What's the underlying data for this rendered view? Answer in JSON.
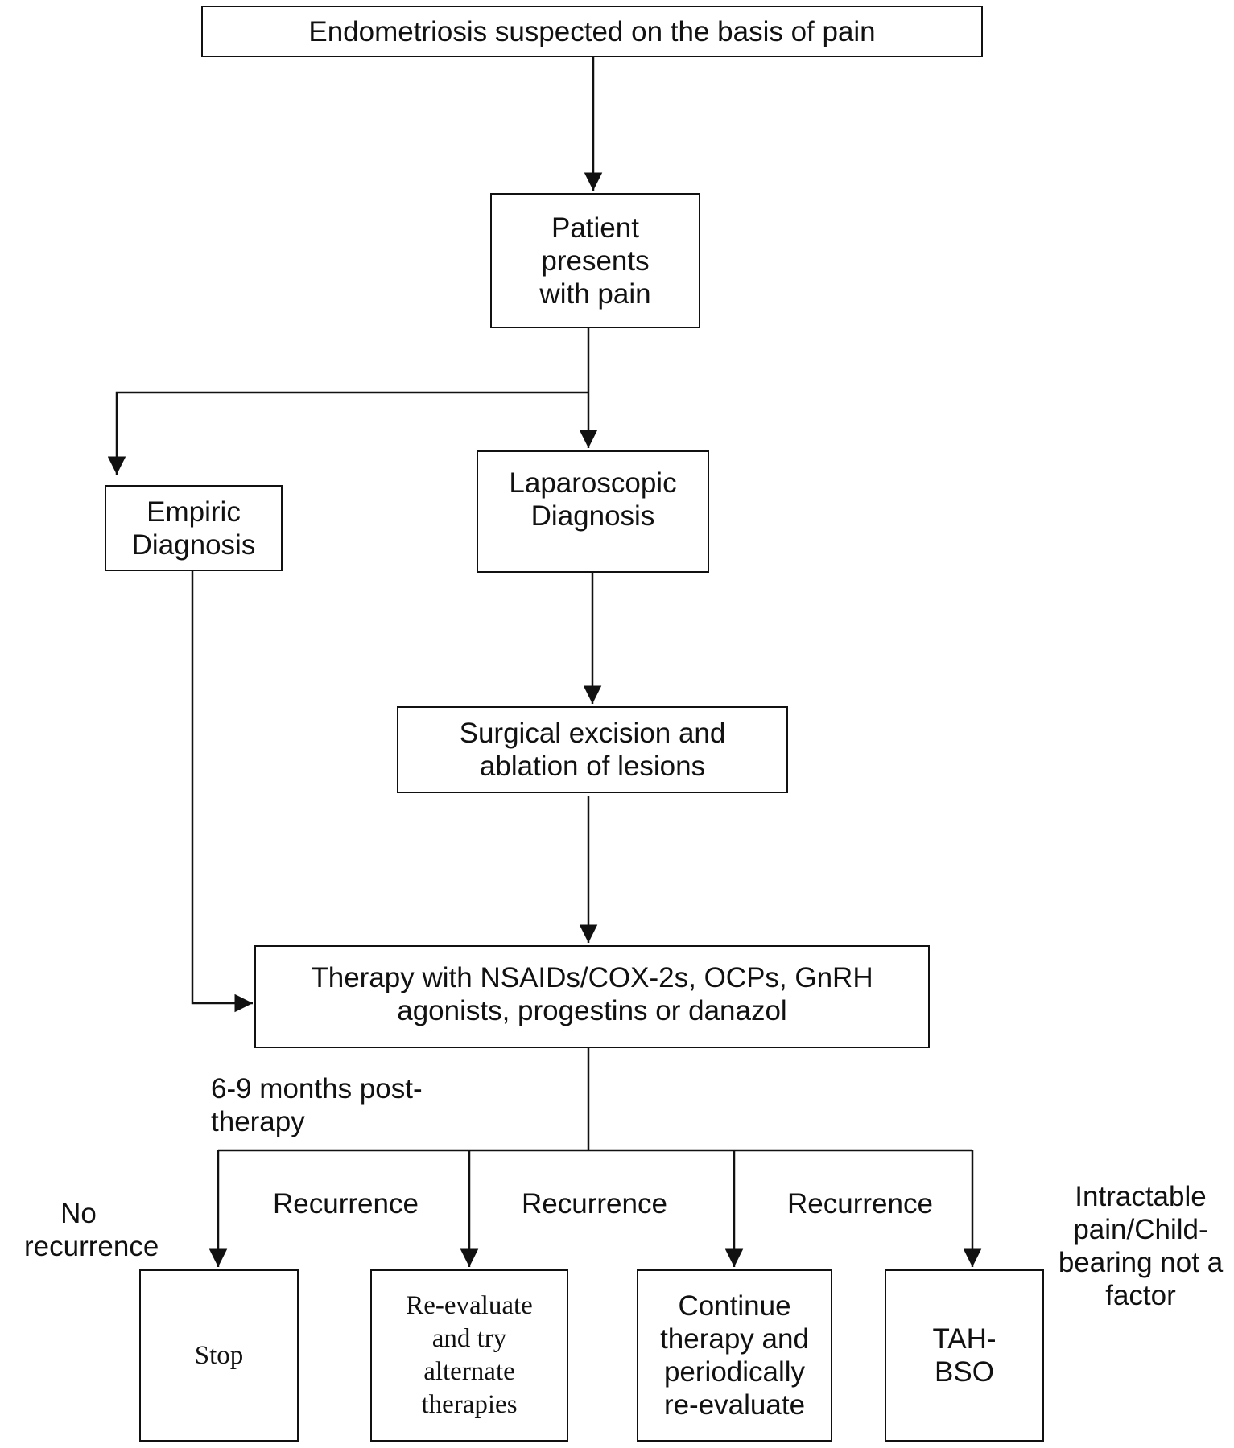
{
  "nodes": {
    "suspected": "Endometriosis suspected on the basis of pain",
    "presents": "Patient\npresents\nwith pain",
    "empiric": "Empiric\nDiagnosis",
    "laparoscopic": "Laparoscopic\nDiagnosis",
    "surgical": "Surgical excision and\nablation of lesions",
    "therapy": "Therapy with NSAIDs/COX-2s, OCPs, GnRH\nagonists, progestins or danazol",
    "stop": "Stop",
    "reevaluate": "Re-evaluate\nand try\nalternate\ntherapies",
    "continue": "Continue\ntherapy and\nperiodically\nre-evaluate",
    "tahbso": "TAH-\nBSO"
  },
  "labels": {
    "months": "6-9 months post-\ntherapy",
    "no_recurrence": "No\nrecurrence",
    "recurrence_1": "Recurrence",
    "recurrence_2": "Recurrence",
    "recurrence_3": "Recurrence",
    "intractable": "Intractable\npain/Child-\nbearing not a\nfactor"
  }
}
